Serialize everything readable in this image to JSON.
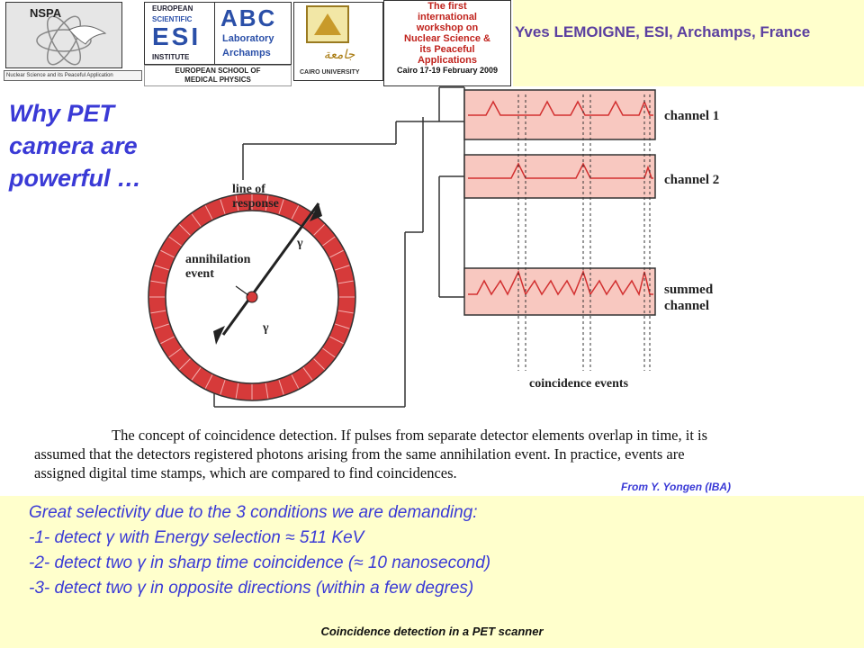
{
  "header": {
    "title": "Yves LEMOIGNE, ESI, Archamps, France",
    "logos": {
      "nspa": "NSPA",
      "nspa_caption": "Nuclear Science and its Peaceful Application",
      "esi_top": "EUROPEAN",
      "esi_mid": "SCIENTIFIC",
      "esi_main": "ESI",
      "esi_institute": "INSTITUTE",
      "abc_main": "ABC",
      "abc_line1": "Laboratory",
      "abc_line2": "Archamps",
      "school_line1": "EUROPEAN SCHOOL OF",
      "school_line2": "MEDICAL PHYSICS",
      "cairo_caption": "CAIRO UNIVERSITY",
      "workshop": [
        "The first",
        "international",
        "workshop on",
        "Nuclear Science &",
        "its Peaceful",
        "Applications",
        "Cairo 17-19 February 2009"
      ]
    }
  },
  "slide": {
    "title_lines": [
      "Why PET",
      "camera are",
      "powerful …"
    ]
  },
  "diagram": {
    "labels": {
      "line_of_response_1": "line of",
      "line_of_response_2": "response",
      "gamma_1": "γ",
      "gamma_2": "γ",
      "annihilation_1": "annihilation",
      "annihilation_2": "event",
      "channel_1": "channel 1",
      "channel_2": "channel 2",
      "summed_1": "summed",
      "summed_2": "channel",
      "coincidence": "coincidence events"
    },
    "caption_lines": [
      "The concept of coincidence detection. If pulses from separate detector elements overlap in time, it is",
      "assumed that the detectors registered photons arising from the same annihilation event. In practice, events are",
      "assigned digital time stamps, which are compared to find coincidences."
    ],
    "source": "From Y. Yongen (IBA)"
  },
  "body": {
    "lines": [
      "Great selectivity due to the 3 conditions  we are demanding:",
      "-1- detect γ   with Energy selection ≈ 511 KeV",
      "-2- detect two γ  in sharp time coincidence (≈  10 nanosecond)",
      "-3- detect two γ   in opposite directions (within a few degres)"
    ]
  },
  "footer": {
    "text": "Coincidence detection in a PET scanner"
  },
  "colors": {
    "background": "#ffffcc",
    "accent_text": "#3a3ad6",
    "author_text": "#5b3fa0",
    "ring": "#d42a2a",
    "channel_box": "#f8c8c0",
    "pulse": "#d23030"
  }
}
